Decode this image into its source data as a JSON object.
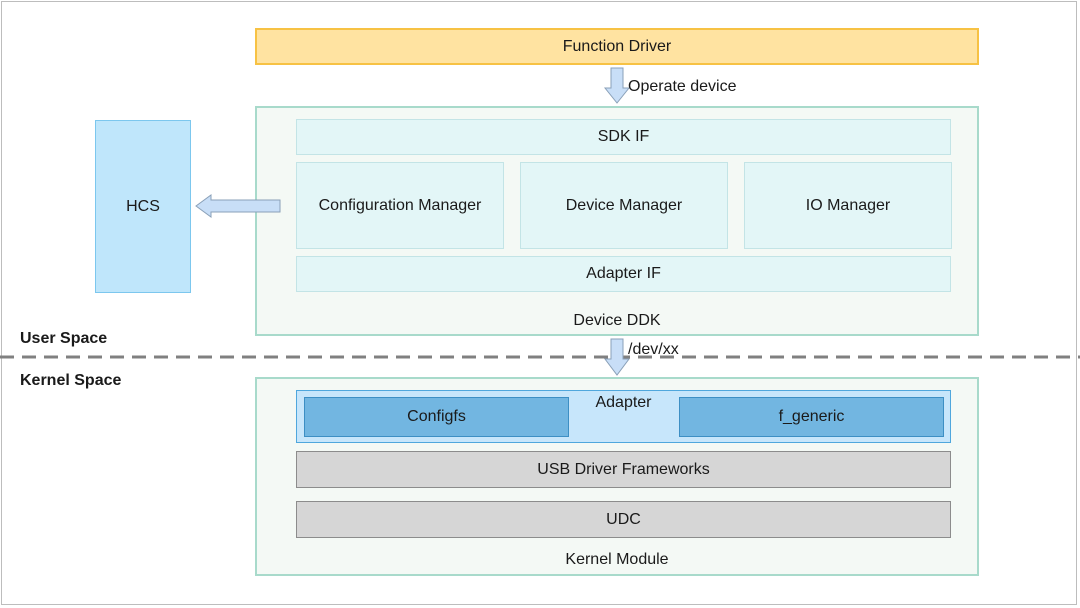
{
  "diagram": {
    "function_driver": "Function Driver",
    "operate_device": "Operate device",
    "sdk_if": "SDK IF",
    "configuration_manager": "Configuration Manager",
    "device_manager": "Device Manager",
    "io_manager": "IO Manager",
    "adapter_if": "Adapter IF",
    "device_ddk": "Device DDK",
    "hcs": "HCS",
    "user_space": "User Space",
    "kernel_space": "Kernel Space",
    "dev_path": "/dev/xx",
    "adapter": "Adapter",
    "configfs": "Configfs",
    "f_generic": "f_generic",
    "usb_driver_frameworks": "USB Driver Frameworks",
    "udc": "UDC",
    "kernel_module": "Kernel Module"
  },
  "colors": {
    "function_driver_fill": "#ffe3a1",
    "function_driver_border": "#f7c244",
    "container_fill": "#f4f9f5",
    "container_border": "#a8dacb",
    "hcs_fill": "#bfe6fb",
    "adapter_fill": "#c7e6fb",
    "adapter_item_fill": "#72b6e1",
    "kernel_block_fill": "#d6d6d6",
    "arrow_fill": "#c8def7",
    "divider": "#808080"
  }
}
